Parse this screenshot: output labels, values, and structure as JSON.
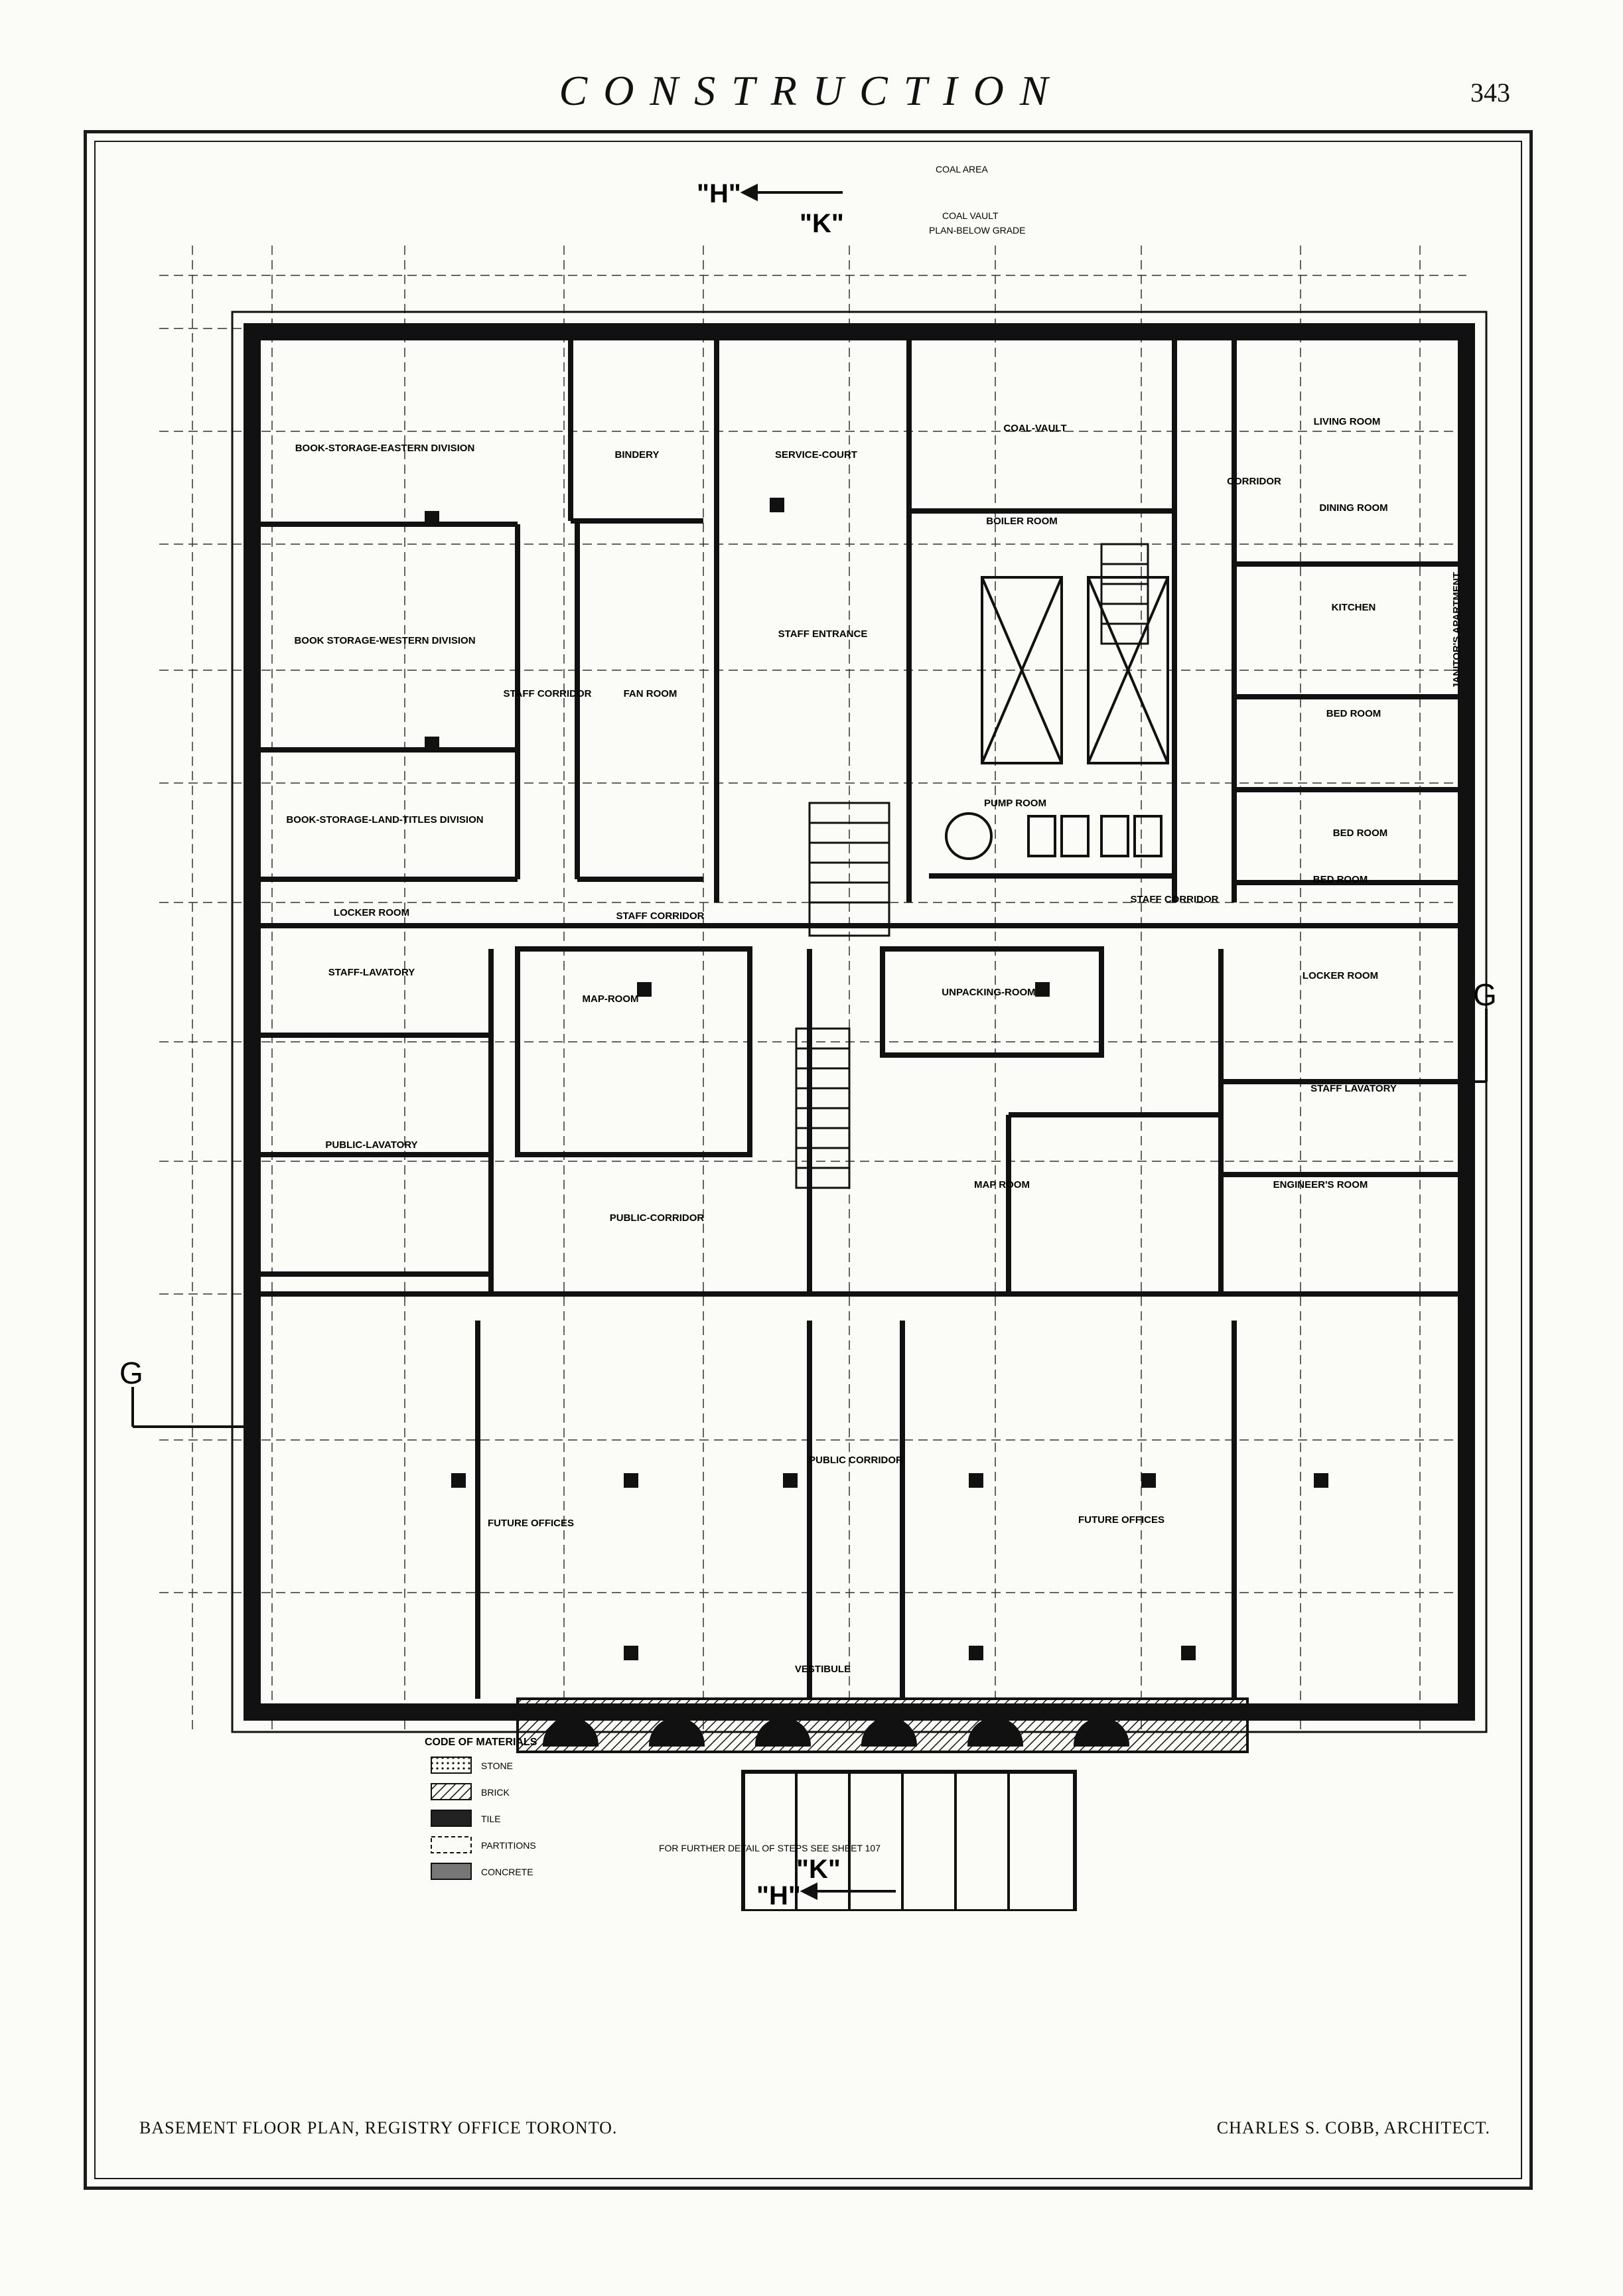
{
  "header": {
    "title": "CONSTRUCTION",
    "page_number": "343"
  },
  "plan": {
    "section_markers": {
      "h_top": "\"H\"",
      "k_top": "\"K\"",
      "g_left": "G",
      "g_right": "G",
      "h_bottom": "\"H\"",
      "k_bottom": "\"K\""
    },
    "coal_notes": {
      "coal_area": "COAL AREA",
      "coal_vault": "COAL VAULT",
      "plan_below_grade": "PLAN-BELOW GRADE"
    },
    "rooms": {
      "book_storage_eastern": "BOOK-STORAGE-EASTERN DIVISION",
      "bindery": "BINDERY",
      "service_court": "SERVICE-COURT",
      "coal_vault": "COAL-VAULT",
      "living_room": "LIVING ROOM",
      "corridor": "CORRIDOR",
      "dining_room": "DINING ROOM",
      "boiler_room": "BOILER ROOM",
      "kitchen": "KITCHEN",
      "book_storage_western": "BOOK STORAGE-WESTERN DIVISION",
      "staff_entrance": "STAFF ENTRANCE",
      "staff_corridor_west": "STAFF CORRIDOR",
      "fan_room": "FAN ROOM",
      "bed_room_1": "BED ROOM",
      "book_storage_land_titles": "BOOK-STORAGE-LAND-TITLES DIVISION",
      "pump_room": "PUMP ROOM",
      "bed_room_2": "BED ROOM",
      "bed_room_3": "BED ROOM",
      "locker_room_west": "LOCKER ROOM",
      "staff_corridor_north": "STAFF CORRIDOR",
      "staff_corridor_east": "STAFF CORRIDOR",
      "staff_lavatory_west": "STAFF-LAVATORY",
      "map_room_west": "MAP-ROOM",
      "unpacking_room": "UNPACKING-ROOM",
      "locker_room_east": "LOCKER ROOM",
      "staff_lavatory_east": "STAFF LAVATORY",
      "public_lavatory": "PUBLIC-LAVATORY",
      "public_corridor_north": "PUBLIC-CORRIDOR",
      "map_room_east": "MAP ROOM",
      "engineers_room": "ENGINEER'S ROOM",
      "public_corridor_south": "PUBLIC CORRIDOR",
      "future_offices_west": "FUTURE OFFICES",
      "future_offices_east": "FUTURE OFFICES",
      "vestibule": "VESTIBULE",
      "janitors_apartment": "JANITOR'S APARTMENT"
    },
    "legend": {
      "title": "CODE OF MATERIALS",
      "items": [
        {
          "label": "STONE"
        },
        {
          "label": "BRICK"
        },
        {
          "label": "TILE"
        },
        {
          "label": "PARTITIONS"
        },
        {
          "label": "CONCRETE"
        }
      ]
    },
    "detail_note": "FOR FURTHER DETAIL OF STEPS SEE SHEET 107"
  },
  "captions": {
    "left": "BASEMENT FLOOR PLAN, REGISTRY OFFICE TORONTO.",
    "right": "CHARLES S. COBB, ARCHITECT."
  }
}
